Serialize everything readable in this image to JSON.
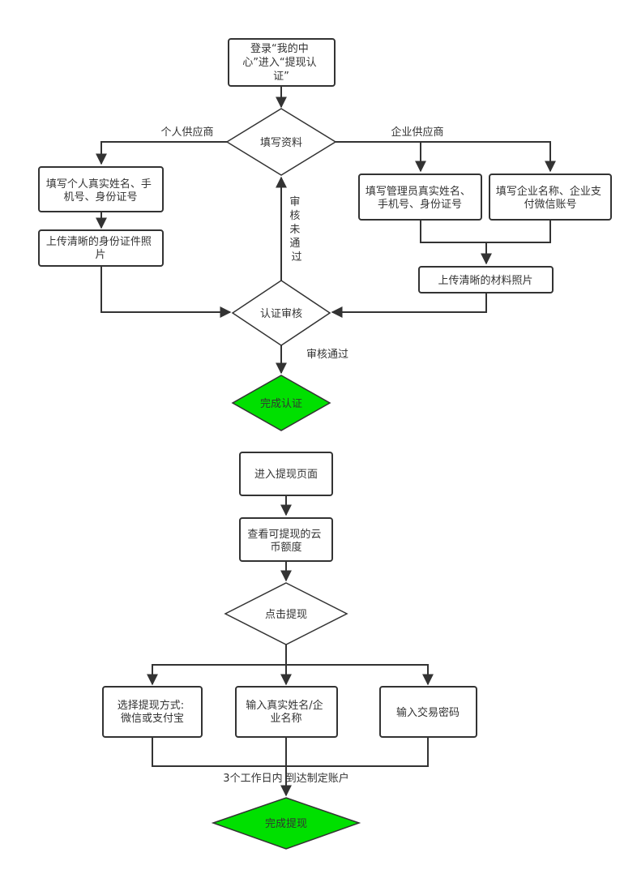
{
  "colors": {
    "stroke": "#333333",
    "done_fill": "#00e000",
    "background": "#ffffff"
  },
  "nodes": {
    "login": [
      "登录“我的中",
      "心”进入“提现认",
      "证”"
    ],
    "fill_info": [
      "填写资料"
    ],
    "personal_info": [
      "填写个人真实姓名、手",
      "机号、身份证号"
    ],
    "personal_upload": [
      "上传清晰的身份证件照",
      "片"
    ],
    "admin_info": [
      "填写管理员真实姓名、",
      "手机号、身份证号"
    ],
    "company_info": [
      "填写企业名称、企业支",
      "付微信账号"
    ],
    "company_upload": [
      "上传清晰的材料照片"
    ],
    "review": [
      "认证审核"
    ],
    "auth_done": [
      "完成认证"
    ],
    "enter_withdraw": [
      "进入提现页面"
    ],
    "view_balance": [
      "查看可提现的云",
      "币额度"
    ],
    "click_withdraw": [
      "点击提现"
    ],
    "choose_method": [
      "选择提现方式:",
      "微信或支付宝"
    ],
    "enter_name": [
      "输入真实姓名/企",
      "业名称"
    ],
    "enter_password": [
      "输入交易密码"
    ],
    "withdraw_done": [
      "完成提现"
    ]
  },
  "edge_labels": {
    "personal": "个人供应商",
    "company": "企业供应商",
    "rejected": [
      "审",
      "核",
      "未",
      "通",
      "过"
    ],
    "approved": "审核通过",
    "arrival": "3个工作日内 到达制定账户"
  }
}
